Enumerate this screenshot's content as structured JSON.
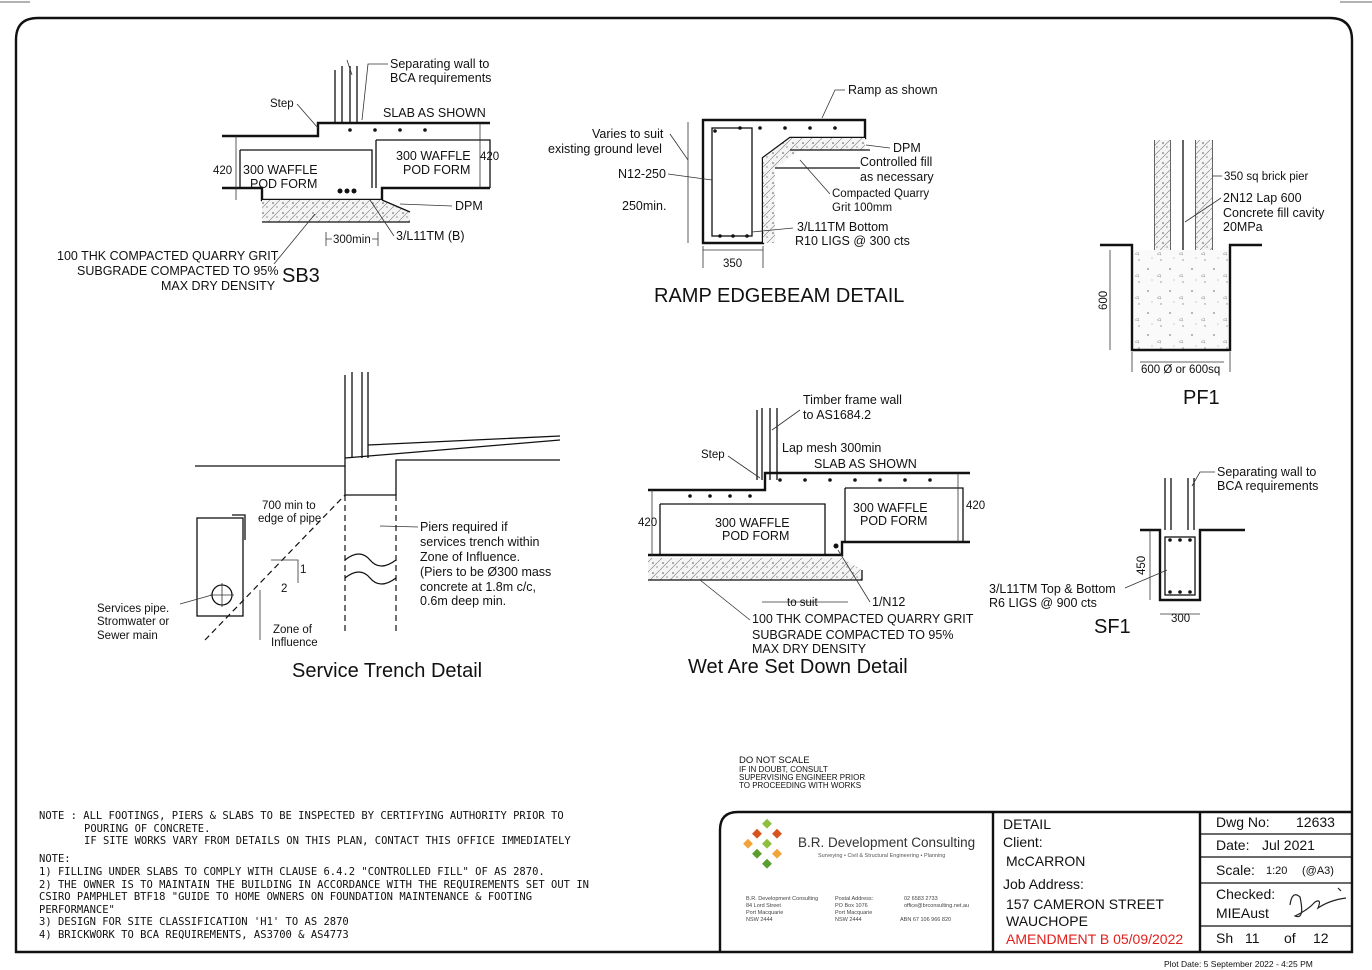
{
  "sb3": {
    "title": "SB3",
    "wall_label_1": "Separating wall to",
    "wall_label_2": "BCA requirements",
    "step": "Step",
    "slab": "SLAB AS SHOWN",
    "pod_left_1": "300 WAFFLE",
    "pod_left_2": "POD FORM",
    "pod_right_1": "300 WAFFLE",
    "pod_right_2": "POD FORM",
    "dim_420_left": "420",
    "dim_420_right": "420",
    "dpm": "DPM",
    "bars": "3/L11TM (B)",
    "dim_300": "300min",
    "grit_1": "100 THK COMPACTED QUARRY GRIT",
    "grit_2": "SUBGRADE COMPACTED TO 95%",
    "grit_3": "MAX DRY DENSITY"
  },
  "ramp": {
    "title": "RAMP EDGEBEAM DETAIL",
    "ramp": "Ramp as shown",
    "varies_1": "Varies to suit",
    "varies_2": "existing ground level",
    "n12": "N12-250",
    "min250": "250min.",
    "dpm": "DPM",
    "fill_1": "Controlled fill",
    "fill_2": "as necessary",
    "grit_1": "Compacted Quarry",
    "grit_2": "Grit 100mm",
    "bars_1": "3/L11TM  Bottom",
    "bars_2": "R10 LIGS @ 300 cts",
    "dim_350": "350"
  },
  "pf1": {
    "title": "PF1",
    "pier": "350 sq brick pier",
    "lap_1": "2N12 Lap 600",
    "lap_2": "Concrete fill cavity",
    "lap_3": "20MPa",
    "dim_600": "600",
    "dia": "600 Ø or 600sq"
  },
  "trench": {
    "title": "Service Trench Detail",
    "edge_1": "700 min to",
    "edge_2": "edge of pipe",
    "piers_1": "Piers required if",
    "piers_2": "services trench within",
    "piers_3": "Zone of Influence.",
    "piers_4": "(Piers to be Ø300 mass",
    "piers_5": "concrete at 1.8m c/c,",
    "piers_6": "0.6m deep min.",
    "ratio_1": "1",
    "ratio_2": "2",
    "pipe_1": "Services pipe.",
    "pipe_2": "Stromwater or",
    "pipe_3": "Sewer main",
    "zone_1": "Zone of",
    "zone_2": "Influence"
  },
  "wet": {
    "title": "Wet Are Set Down Detail",
    "wall_1": "Timber frame wall",
    "wall_2": "to AS1684.2",
    "lap": "Lap mesh 300min",
    "step": "Step",
    "slab": "SLAB AS SHOWN",
    "pod_left_1": "300 WAFFLE",
    "pod_left_2": "POD FORM",
    "pod_right_1": "300 WAFFLE",
    "pod_right_2": "POD FORM",
    "dim_420_left": "420",
    "dim_420_right": "420",
    "to_suit": "to suit",
    "n12": "1/N12",
    "grit_1": "100 THK COMPACTED QUARRY GRIT",
    "grit_2": "SUBGRADE COMPACTED TO 95%",
    "grit_3": "MAX DRY DENSITY"
  },
  "sf1": {
    "title": "SF1",
    "wall_1": "Separating wall to",
    "wall_2": "BCA requirements",
    "bars_1": "3/L11TM Top & Bottom",
    "bars_2": "R6 LIGS @ 900 cts",
    "dim_450": "450",
    "dim_300": "300"
  },
  "scale_note": {
    "l1": "DO NOT SCALE",
    "l2": "IF IN DOUBT, CONSULT",
    "l3": "SUPERVISING ENGINEER PRIOR",
    "l4": "TO PROCEEDING WITH WORKS"
  },
  "notes": {
    "n1": "NOTE :   ALL FOOTINGS, PIERS & SLABS TO BE INSPECTED BY CERTIFYING AUTHORITY PRIOR TO",
    "n2": "POURING OF CONCRETE.",
    "n3": "IF SITE WORKS VARY FROM DETAILS ON THIS PLAN, CONTACT THIS OFFICE IMMEDIATELY",
    "n4": "NOTE:",
    "n5": "1) FILLING UNDER SLABS TO COMPLY WITH CLAUSE 6.4.2 \"CONTROLLED FILL\" OF AS 2870.",
    "n6": "2) THE OWNER IS TO MAINTAIN THE BUILDING IN ACCORDANCE WITH THE REQUIREMENTS SET OUT IN",
    "n7": "CSIRO PAMPHLET BTF18 \"GUIDE TO HOME OWNERS ON FOUNDATION MAINTENANCE & FOOTING",
    "n8": "PERFORMANCE\"",
    "n9": "3) DESIGN FOR SITE CLASSIFICATION 'H1' TO AS 2870",
    "n10": "4) BRICKWORK TO BCA REQUIREMENTS, AS3700 & AS4773"
  },
  "company": {
    "name": "B.R. Development Consulting",
    "tagline": "Surveying • Civil & Structural Engineering • Planning",
    "c1_1": "B.R. Development Consulting",
    "c1_2": "84 Lord Street",
    "c1_3": "Port Macquarie",
    "c1_4": "NSW 2444",
    "c2_1": "Postal Address:",
    "c2_2": "PO Box 1076",
    "c2_3": "Port Macquarie",
    "c2_4": "NSW 2444",
    "c3_1": "02 6583 2733",
    "c3_2": "office@brconsulting.net.au",
    "c3_3": "ABN 67 106 966 820",
    "logo_colors": [
      "#d9531e",
      "#8fbf3f",
      "#f2a33a",
      "#5a9e2f"
    ]
  },
  "titleblock": {
    "detail": "DETAIL",
    "client_label": "Client:",
    "client": "McCARRON",
    "job_label": "Job Address:",
    "job_1": "157 CAMERON STREET",
    "job_2": "WAUCHOPE",
    "amendment": "AMENDMENT B 05/09/2022",
    "amendment_color": "#e0201c",
    "dwg_label": "Dwg No:",
    "dwg": "12633",
    "date_label": "Date:",
    "date": "Jul 2021",
    "scale_label": "Scale:",
    "scale": "1:20",
    "scale_paper": "(@A3)",
    "checked_label": "Checked:",
    "checked_by": "MIEAust",
    "sheet_label": "Sh",
    "sheet": "11",
    "of_label": "of",
    "sheets_total": "12"
  },
  "plot_date": "Plot Date:    5 September 2022 - 4:25 PM"
}
